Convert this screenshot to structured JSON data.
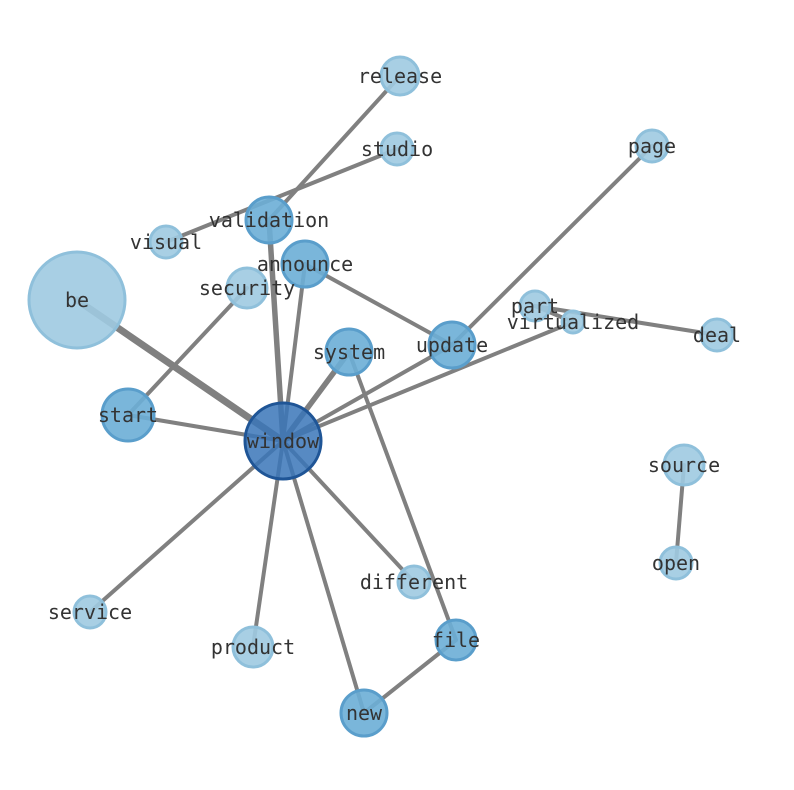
{
  "colors": {
    "edge": "#808080",
    "label": "#333333",
    "node_light": "#9ecae1",
    "node_light_stroke": "#8fc0db",
    "node_mid": "#6baed6",
    "node_mid_stroke": "#5a9ecb",
    "node_dark": "#3a75b8",
    "node_dark_stroke": "#1f5596"
  },
  "nodes": [
    {
      "id": "window",
      "label": "window",
      "tone": "dark"
    },
    {
      "id": "be",
      "label": "be",
      "tone": "light"
    },
    {
      "id": "release",
      "label": "release",
      "tone": "light"
    },
    {
      "id": "studio",
      "label": "studio",
      "tone": "light"
    },
    {
      "id": "page",
      "label": "page",
      "tone": "light"
    },
    {
      "id": "validation",
      "label": "validation",
      "tone": "mid"
    },
    {
      "id": "visual",
      "label": "visual",
      "tone": "light"
    },
    {
      "id": "announce",
      "label": "announce",
      "tone": "mid"
    },
    {
      "id": "security",
      "label": "security",
      "tone": "light"
    },
    {
      "id": "part",
      "label": "part",
      "tone": "light"
    },
    {
      "id": "virtualized",
      "label": "virtualized",
      "tone": "light"
    },
    {
      "id": "deal",
      "label": "deal",
      "tone": "light"
    },
    {
      "id": "system",
      "label": "system",
      "tone": "mid"
    },
    {
      "id": "update",
      "label": "update",
      "tone": "mid"
    },
    {
      "id": "start",
      "label": "start",
      "tone": "mid"
    },
    {
      "id": "source",
      "label": "source",
      "tone": "light"
    },
    {
      "id": "open",
      "label": "open",
      "tone": "light"
    },
    {
      "id": "different",
      "label": "different",
      "tone": "light"
    },
    {
      "id": "service",
      "label": "service",
      "tone": "light"
    },
    {
      "id": "product",
      "label": "product",
      "tone": "light"
    },
    {
      "id": "file",
      "label": "file",
      "tone": "mid"
    },
    {
      "id": "new",
      "label": "new",
      "tone": "mid"
    }
  ],
  "edges": [
    {
      "source": "window",
      "target": "be",
      "weight": 3
    },
    {
      "source": "window",
      "target": "validation",
      "weight": 2
    },
    {
      "source": "window",
      "target": "announce",
      "weight": 1
    },
    {
      "source": "window",
      "target": "system",
      "weight": 2
    },
    {
      "source": "window",
      "target": "update",
      "weight": 1
    },
    {
      "source": "window",
      "target": "virtualized",
      "weight": 1
    },
    {
      "source": "window",
      "target": "start",
      "weight": 1
    },
    {
      "source": "window",
      "target": "different",
      "weight": 1
    },
    {
      "source": "window",
      "target": "service",
      "weight": 1
    },
    {
      "source": "window",
      "target": "product",
      "weight": 1
    },
    {
      "source": "window",
      "target": "new",
      "weight": 1
    },
    {
      "source": "validation",
      "target": "release",
      "weight": 1
    },
    {
      "source": "visual",
      "target": "studio",
      "weight": 1
    },
    {
      "source": "announce",
      "target": "update",
      "weight": 1
    },
    {
      "source": "security",
      "target": "start",
      "weight": 1
    },
    {
      "source": "update",
      "target": "page",
      "weight": 1
    },
    {
      "source": "part",
      "target": "deal",
      "weight": 1
    },
    {
      "source": "part",
      "target": "virtualized",
      "weight": 1
    },
    {
      "source": "system",
      "target": "file",
      "weight": 1
    },
    {
      "source": "file",
      "target": "new",
      "weight": 1
    },
    {
      "source": "source",
      "target": "open",
      "weight": 1
    }
  ]
}
